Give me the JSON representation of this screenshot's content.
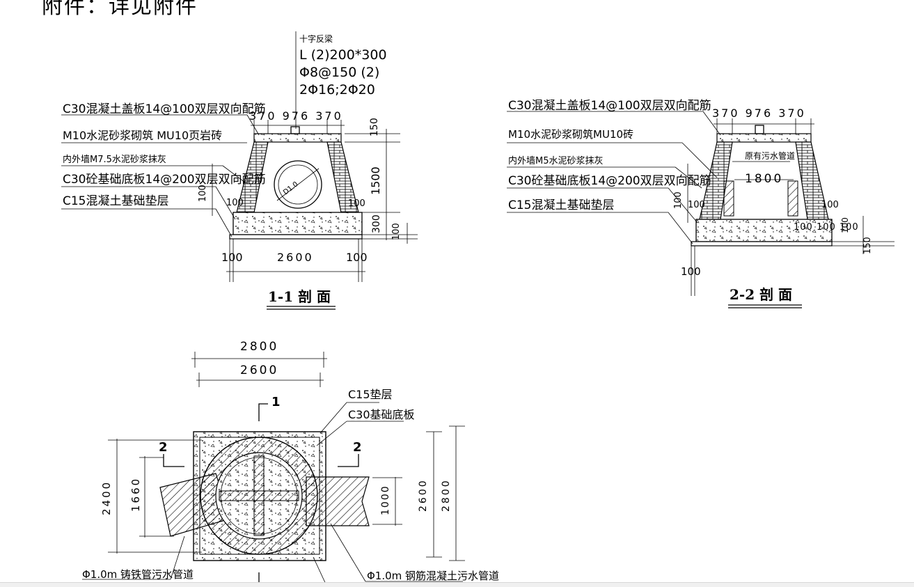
{
  "header": {
    "text": "附件：详见附件"
  },
  "section11": {
    "title": "1-1 剖 面",
    "beam_label": "十字反梁",
    "beam_size": "L (2)200*300",
    "beam_stirrup": "Φ8@150 (2)",
    "beam_bars": "2Φ16;2Φ20",
    "cover_label": "C30混凝土盖板14@100双层双向配筋",
    "wall_label": "M10水泥砂浆砌筑 MU10页岩砖",
    "plaster_label": "内外墙M7.5水泥砂浆抹灰",
    "base_label": "C30砼基础底板14@200双层双向配筋",
    "cushion_label": "C15混凝土基础垫层",
    "pipe_label": "D1.0",
    "dim_top": "370 976 370",
    "dim_150": "150",
    "dim_1500": "1500",
    "dim_300": "300",
    "dim_100_right": "100",
    "dim_100_left": "100",
    "dim_100_a": "100",
    "dim_100_b": "100",
    "dim_bottom_left": "100",
    "dim_bottom_mid": "2600",
    "dim_bottom_right": "100"
  },
  "section22": {
    "title": "2-2 剖 面",
    "cover_label": "C30混凝土盖板14@100双层双向配筋",
    "wall_label": "M10水泥砂浆砌筑MU10砖",
    "plaster_label": "内外墙M5水泥砂浆抹灰",
    "base_label": "C30砼基础底板14@200双层双向配筋",
    "cushion_label": "C15混凝土基础垫层",
    "pipe_label": "原有污水管道",
    "dim_top": "370 976 370",
    "dim_1800": "1800",
    "dim_100_l": "100",
    "dim_100_r": "100",
    "dim_100_v": "100",
    "dim_right_group": "100 100 100",
    "dim_150": "150",
    "dim_bottom": "100",
    "dim_side": "100"
  },
  "plan": {
    "dim_2800": "2800",
    "dim_2600": "2600",
    "label_c15": "C15垫层",
    "label_c30": "C30基础底板",
    "mark1": "1",
    "mark2_left": "2",
    "mark2_right": "2",
    "dim_2400": "2400",
    "dim_1660": "1660",
    "dim_1000": "1000",
    "dim_2600_r": "2600",
    "dim_2800_r": "2800",
    "pipe_left": "Φ1.0m 铸铁管污水管道",
    "pipe_right": "Φ1.0m 钢筋混凝土污水管道"
  }
}
